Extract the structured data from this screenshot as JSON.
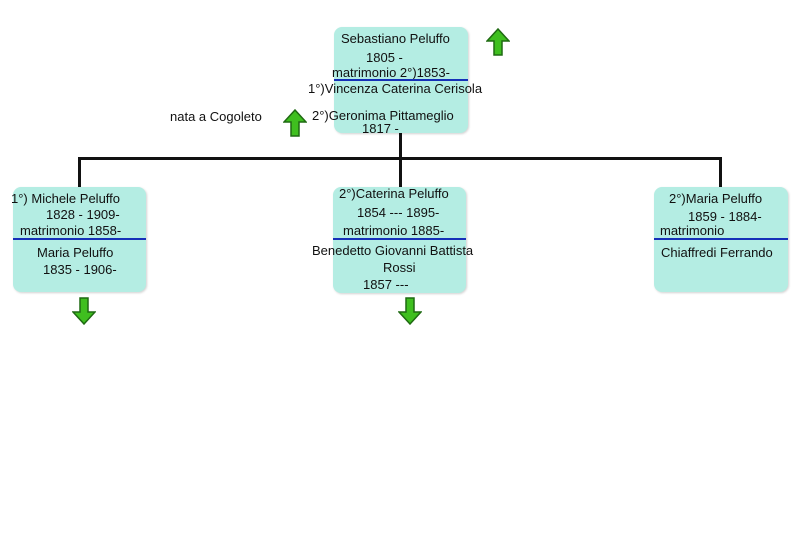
{
  "root": {
    "name": "Sebastiano Peluffo",
    "dates": "1805 -",
    "marriage": "matrimonio 2°)1853-",
    "spouse1": "1°)Vincenza Caterina Cerisola",
    "spouse2_name": "2°)Geronima Pittameglio",
    "spouse2_dates": "1817 -",
    "side_note": "nata a Cogoleto"
  },
  "children": [
    {
      "name": "1°) Michele Peluffo",
      "dates": "1828 - 1909-",
      "marriage": "matrimonio 1858-",
      "spouse_name": "Maria Peluffo",
      "spouse_dates": "1835 - 1906-"
    },
    {
      "name": "2°)Caterina Peluffo",
      "dates": "1854 --- 1895-",
      "marriage": "matrimonio 1885-",
      "spouse_name_line1": "Benedetto Giovanni Battista",
      "spouse_name_line2": "Rossi",
      "spouse_dates": "1857 ---"
    },
    {
      "name": "2°)Maria Peluffo",
      "dates": "1859 - 1884-",
      "marriage": "matrimonio",
      "spouse_name": "Chiaffredi Ferrando"
    }
  ],
  "colors": {
    "card": "#b4ede3",
    "separator": "#1530b8",
    "connector": "#111111",
    "arrow_green": "#3fbf1f"
  },
  "icons": [
    "arrow-up-icon",
    "arrow-down-icon"
  ]
}
